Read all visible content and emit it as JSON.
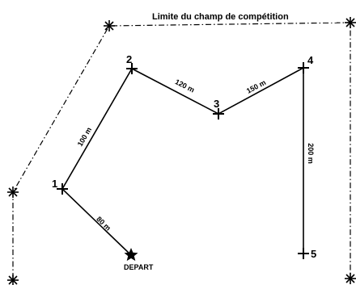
{
  "title": "Limite du champ de compétition",
  "points": [
    {
      "id": "p1",
      "label": "1"
    },
    {
      "id": "p2",
      "label": "2"
    },
    {
      "id": "p3",
      "label": "3"
    },
    {
      "id": "p4",
      "label": "4"
    },
    {
      "id": "p5",
      "label": "5"
    }
  ],
  "start_label": "DEPART",
  "segments": {
    "start_to_1": "80 m",
    "s1_to_2": "100 m",
    "s2_to_3": "120 m",
    "s3_to_4": "150 m",
    "s4_to_5": "200 m"
  }
}
